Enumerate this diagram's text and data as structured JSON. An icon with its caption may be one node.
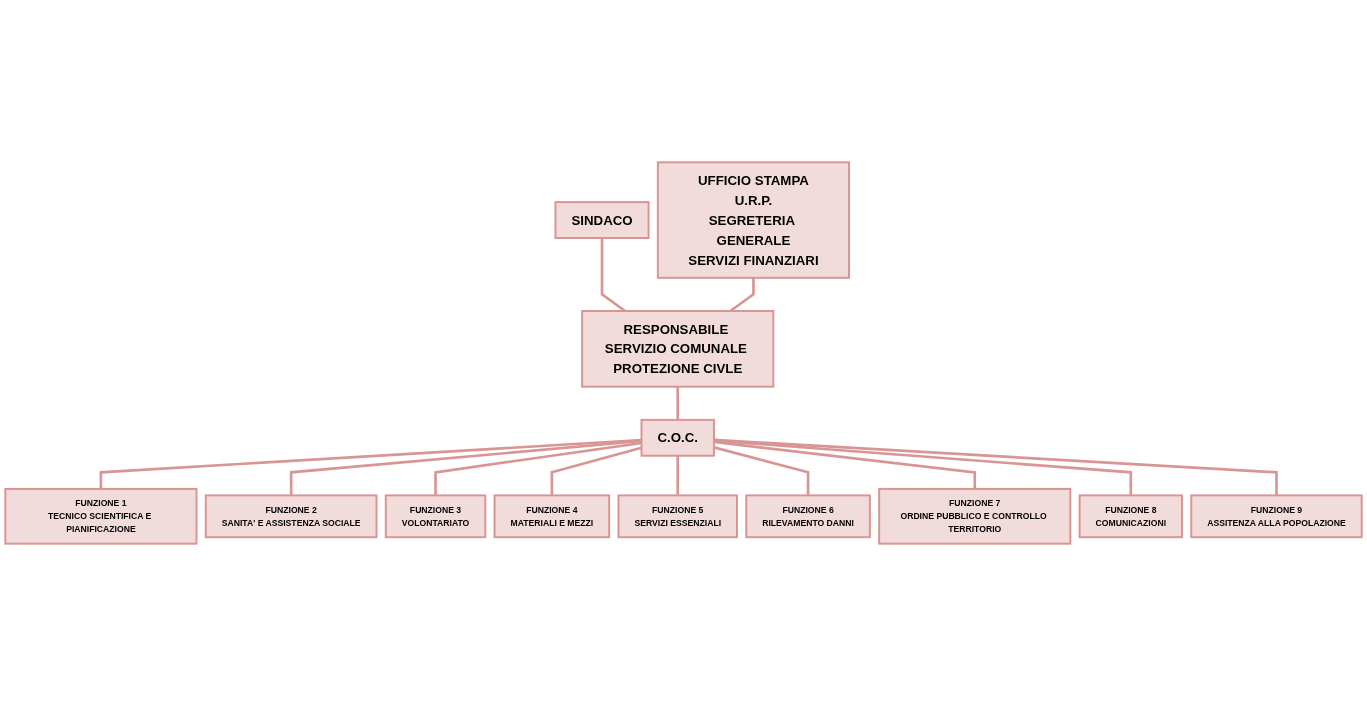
{
  "diagram": {
    "nodes": [
      {
        "text": [
          "SINDACO"
        ]
      },
      {
        "text": [
          "RESPONSABILE SERVIZIO COMUNALE PROTEZIONE CIVLE"
        ]
      },
      {
        "text": [
          "UFFICIO STAMPA",
          "U.R.P.",
          "SEGRETERIA GENERALE",
          "SERVIZI FINANZIARI"
        ]
      },
      {
        "text": [
          "C.O.C."
        ]
      },
      {
        "text": [
          "FUNZIONE 1",
          "TECNICO SCIENTIFICA E PIANIFICAZIONE"
        ]
      },
      {
        "text": [
          "FUNZIONE 2",
          "SANITA'  E ASSISTENZA SOCIALE"
        ]
      },
      {
        "text": [
          "FUNZIONE 3",
          "VOLONTARIATO"
        ]
      },
      {
        "text": [
          "FUNZIONE 4",
          "MATERIALI E MEZZI"
        ]
      },
      {
        "text": [
          "FUNZIONE 5",
          "SERVIZI ESSENZIALI"
        ]
      },
      {
        "text": [
          "FUNZIONE 6",
          "RILEVAMENTO DANNI"
        ]
      },
      {
        "text": [
          "FUNZIONE 7",
          "ORDINE PUBBLICO E CONTROLLO TERRITORIO"
        ]
      },
      {
        "text": [
          "FUNZIONE 8",
          "COMUNICAZIONI"
        ]
      },
      {
        "text": [
          "FUNZIONE 9",
          "ASSITENZA ALLA POPOLAZIONE"
        ]
      }
    ],
    "edges": [
      {
        "from": 0,
        "to": 1,
        "arrow": "none"
      },
      {
        "from": 1,
        "to": 2,
        "arrow": "none"
      },
      {
        "from": 1,
        "to": 3,
        "arrow": "none"
      },
      {
        "from": 3,
        "to": 4,
        "arrow": "none"
      },
      {
        "from": 3,
        "to": 5,
        "arrow": "none"
      },
      {
        "from": 3,
        "to": 6,
        "arrow": "none"
      },
      {
        "from": 3,
        "to": 7,
        "arrow": "none"
      },
      {
        "from": 3,
        "to": 8,
        "arrow": "none"
      },
      {
        "from": 3,
        "to": 9,
        "arrow": "none"
      },
      {
        "from": 3,
        "to": 10,
        "arrow": "none"
      },
      {
        "from": 3,
        "to": 11,
        "arrow": "none"
      },
      {
        "from": 3,
        "to": 12,
        "arrow": "none"
      }
    ]
  }
}
